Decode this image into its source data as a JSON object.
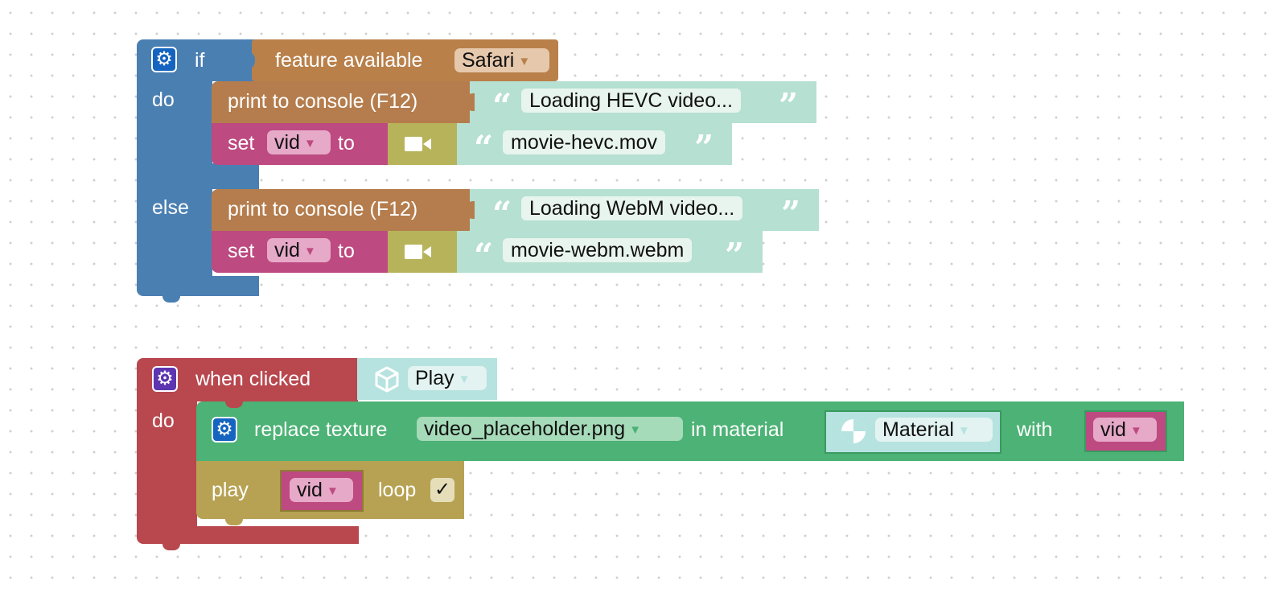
{
  "colors": {
    "logic": "#4a7fb2",
    "feature": "#b9804a",
    "text_print": "#b57d4d",
    "variable": "#bd4a80",
    "video": "#b7b35a",
    "string": "#b5e0d2",
    "event": "#b8474e",
    "texture": "#4cb275",
    "object": "#b6e3df",
    "play": "#b7a254"
  },
  "if_block": {
    "gear_icon": "gear-icon",
    "if_label": "if",
    "do_label": "do",
    "else_label": "else",
    "condition": {
      "label": "feature available",
      "option": "Safari"
    },
    "do_statements": {
      "print": {
        "label": "print to console (F12)",
        "text": "Loading HEVC video..."
      },
      "set": {
        "set_label": "set",
        "variable": "vid",
        "to_label": "to",
        "icon": "video-camera-icon",
        "text": "movie-hevc.mov"
      }
    },
    "else_statements": {
      "print": {
        "label": "print to console (F12)",
        "text": "Loading WebM video..."
      },
      "set": {
        "set_label": "set",
        "variable": "vid",
        "to_label": "to",
        "icon": "video-camera-icon",
        "text": "movie-webm.webm"
      }
    }
  },
  "event_block": {
    "gear_icon": "gear-icon",
    "when_label": "when clicked",
    "object_icon": "cube-icon",
    "object": "Play",
    "do_label": "do",
    "replace": {
      "label": "replace texture",
      "texture": "video_placeholder.png",
      "in_label": "in material",
      "material_icon": "material-icon",
      "material": "Material",
      "with_label": "with",
      "variable": "vid"
    },
    "play": {
      "label": "play",
      "variable": "vid",
      "loop_label": "loop",
      "loop_checked": "✓"
    }
  }
}
